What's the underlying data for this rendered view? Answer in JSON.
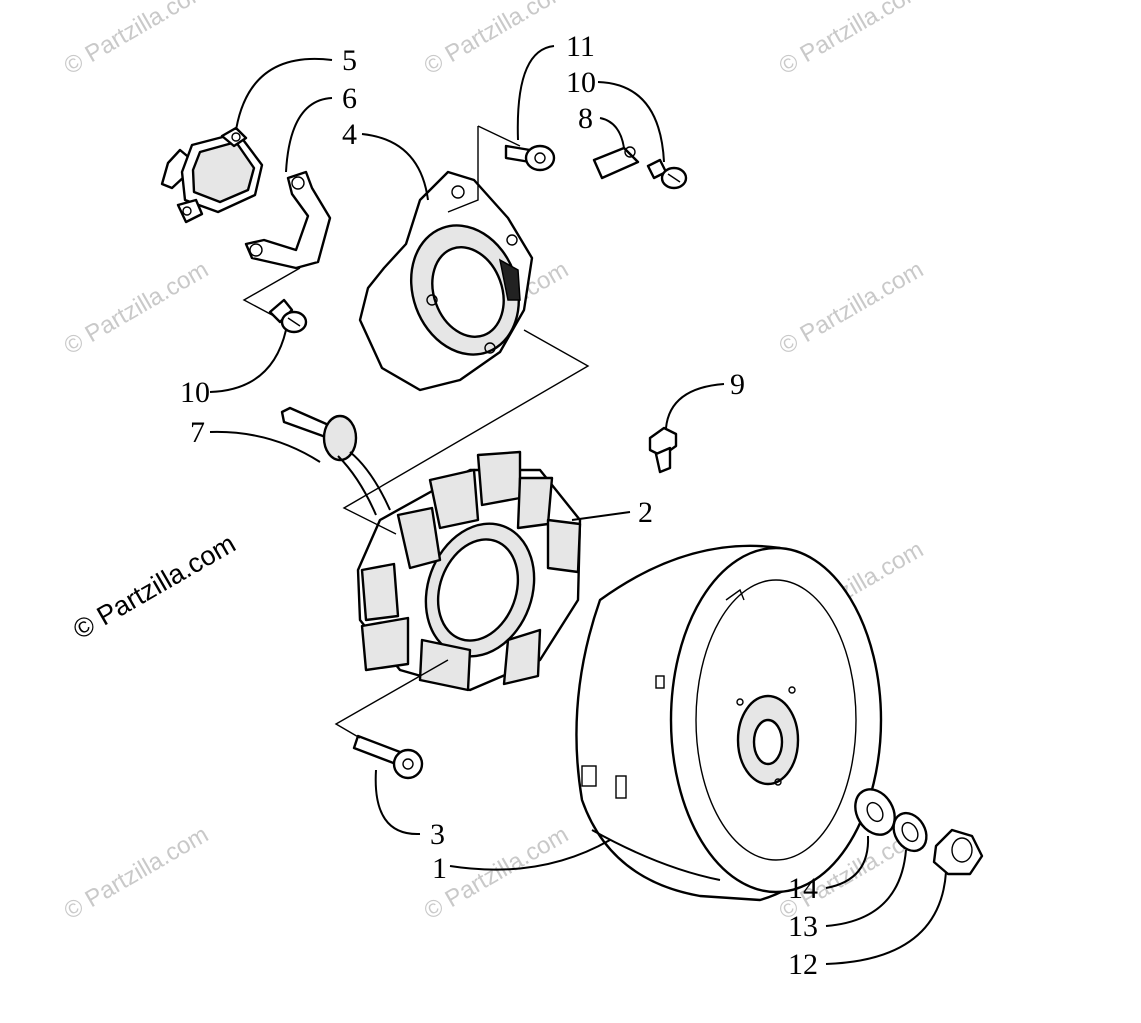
{
  "watermark": "© Partzilla.com",
  "callouts": {
    "c1": "1",
    "c2": "2",
    "c3": "3",
    "c4": "4",
    "c5": "5",
    "c6": "6",
    "c7": "7",
    "c8": "8",
    "c9": "9",
    "c10a": "10",
    "c10b": "10",
    "c11": "11",
    "c12": "12",
    "c13": "13",
    "c14": "14"
  }
}
